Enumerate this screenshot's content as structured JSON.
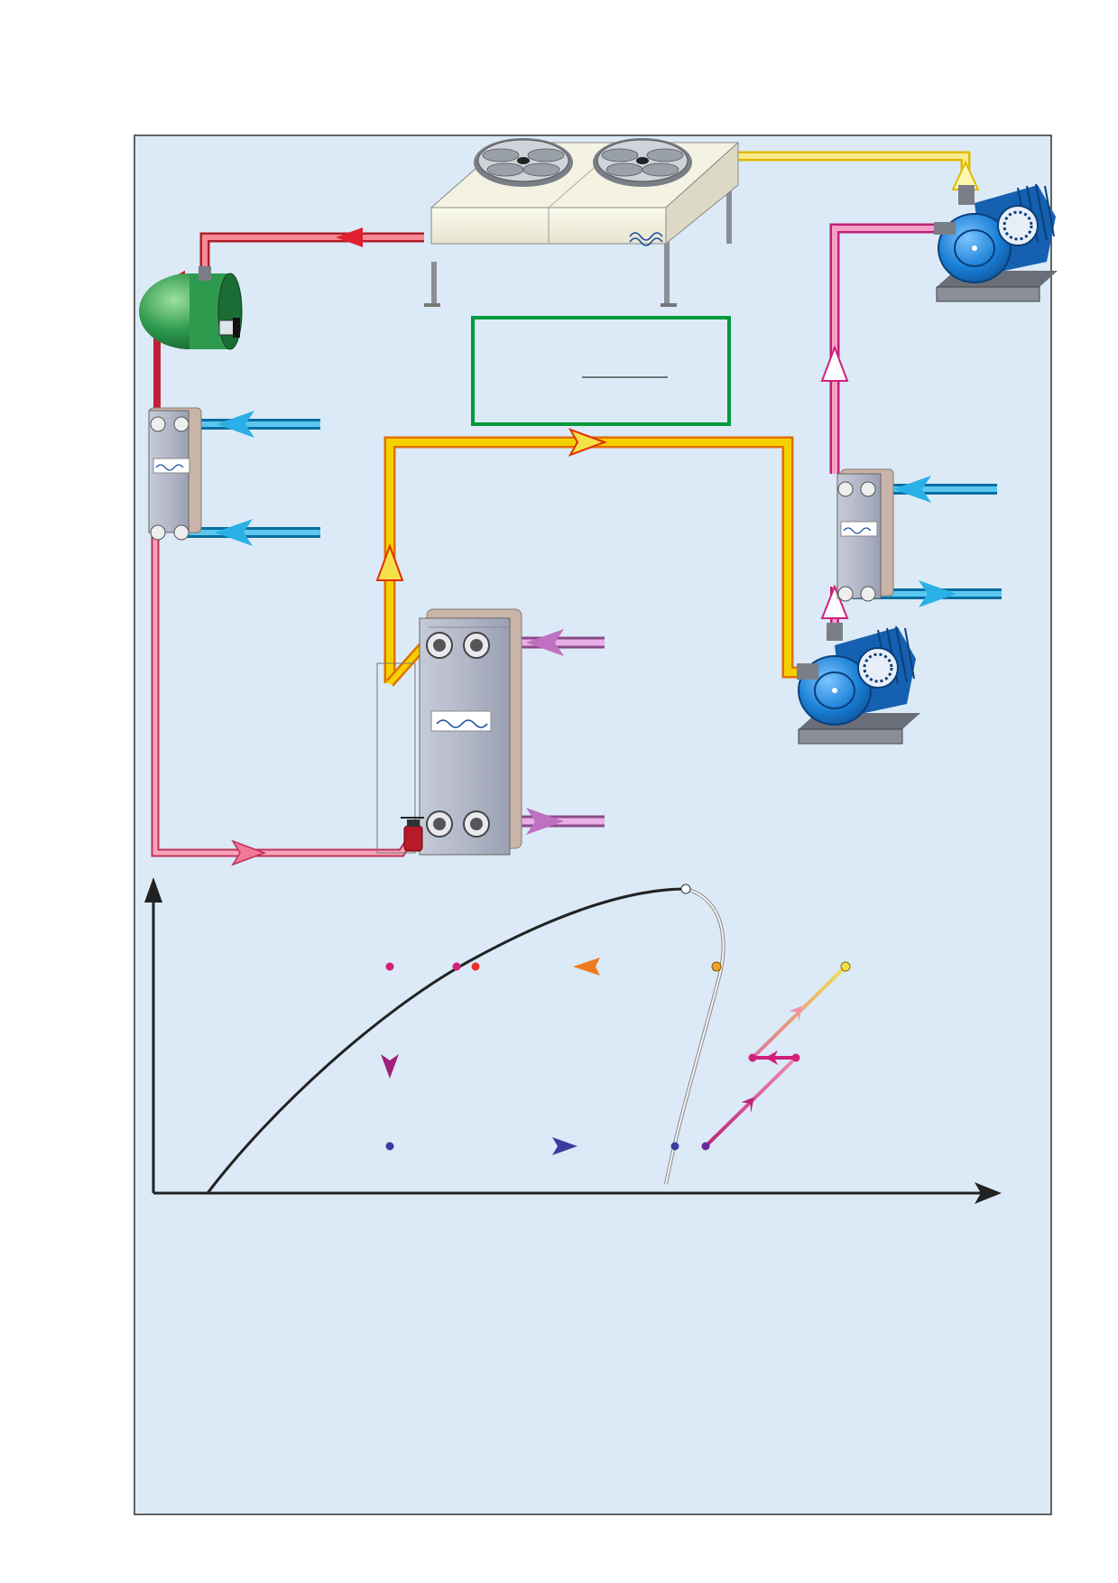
{
  "diagram": {
    "title": "",
    "info_box": {
      "line1": "",
      "line2": ""
    },
    "components": [
      {
        "id": "air-cooled-condenser",
        "icon": "condenser-fan-icon"
      },
      {
        "id": "liquid-receiver",
        "icon": "receiver-tank-icon"
      },
      {
        "id": "subcooler",
        "icon": "plate-heat-exchanger-icon"
      },
      {
        "id": "evaporator",
        "icon": "plate-heat-exchanger-icon"
      },
      {
        "id": "expansion-valve",
        "icon": "valve-icon"
      },
      {
        "id": "intercooler",
        "icon": "plate-heat-exchanger-icon"
      },
      {
        "id": "low-stage-compressor",
        "icon": "compressor-icon"
      },
      {
        "id": "high-stage-compressor",
        "icon": "compressor-icon"
      }
    ],
    "colors": {
      "background": "#dbeaf6",
      "frame": "#333333",
      "info_box_border": "#009a3e",
      "liquid_line": "#f08aa0",
      "discharge_line": "#f5d65a",
      "condensed_line": "#e83a4a",
      "suction_line": "#f5c400",
      "interstage_line": "#e8509a",
      "water_line": "#2ab0e6",
      "brine_line": "#d08acd",
      "compressor": "#1a7fd6",
      "receiver": "#2e9a4e"
    }
  },
  "chart_data": {
    "type": "line",
    "title": "",
    "xlabel": "",
    "ylabel": "",
    "axes_arrows": true,
    "saturation_dome": true,
    "cycle_points": 12,
    "series": []
  }
}
